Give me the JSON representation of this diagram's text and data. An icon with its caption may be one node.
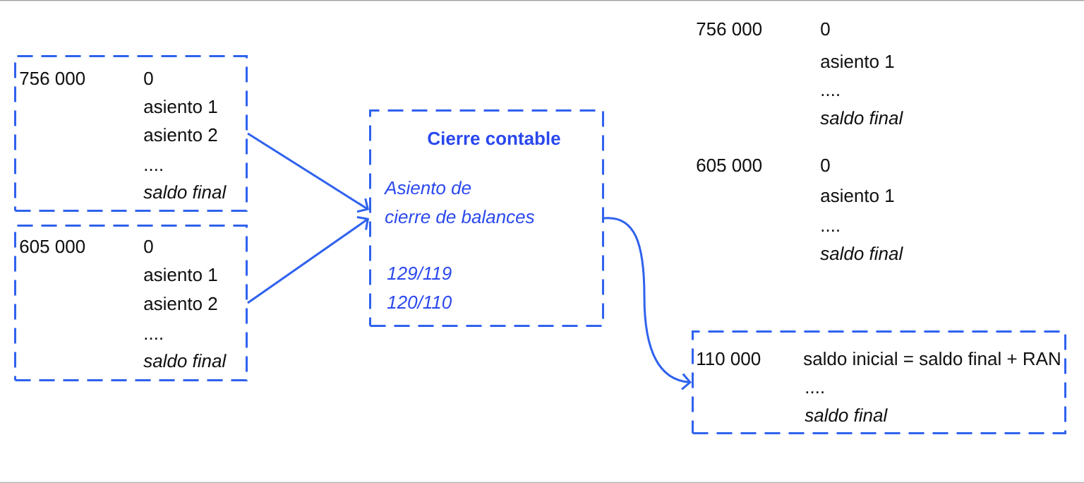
{
  "diagram": {
    "nodes": [
      {
        "text": [
          "756 000",
          "0",
          "asiento 1",
          "asiento 2",
          "....",
          "saldo final"
        ]
      },
      {
        "text": [
          "605 000",
          "0",
          "asiento 1",
          "asiento 2",
          "....",
          "saldo final"
        ]
      },
      {
        "text": [
          "Cierre contable",
          "Asiento de cierre de balances",
          "129/119",
          "120/110"
        ]
      },
      {
        "text": [
          "110 000",
          "saldo inicial = saldo final + RAN",
          "....",
          "saldo final"
        ]
      }
    ],
    "edges": [
      {
        "from": 0,
        "to": 2,
        "arrow": "to"
      },
      {
        "from": 1,
        "to": 2,
        "arrow": "to"
      },
      {
        "from": 2,
        "to": 3,
        "arrow": "to"
      }
    ],
    "labels": [
      "756 000",
      "0",
      "asiento 1",
      "....",
      "saldo final",
      "605 000",
      "0",
      "asiento 1",
      "....",
      "saldo final"
    ]
  }
}
